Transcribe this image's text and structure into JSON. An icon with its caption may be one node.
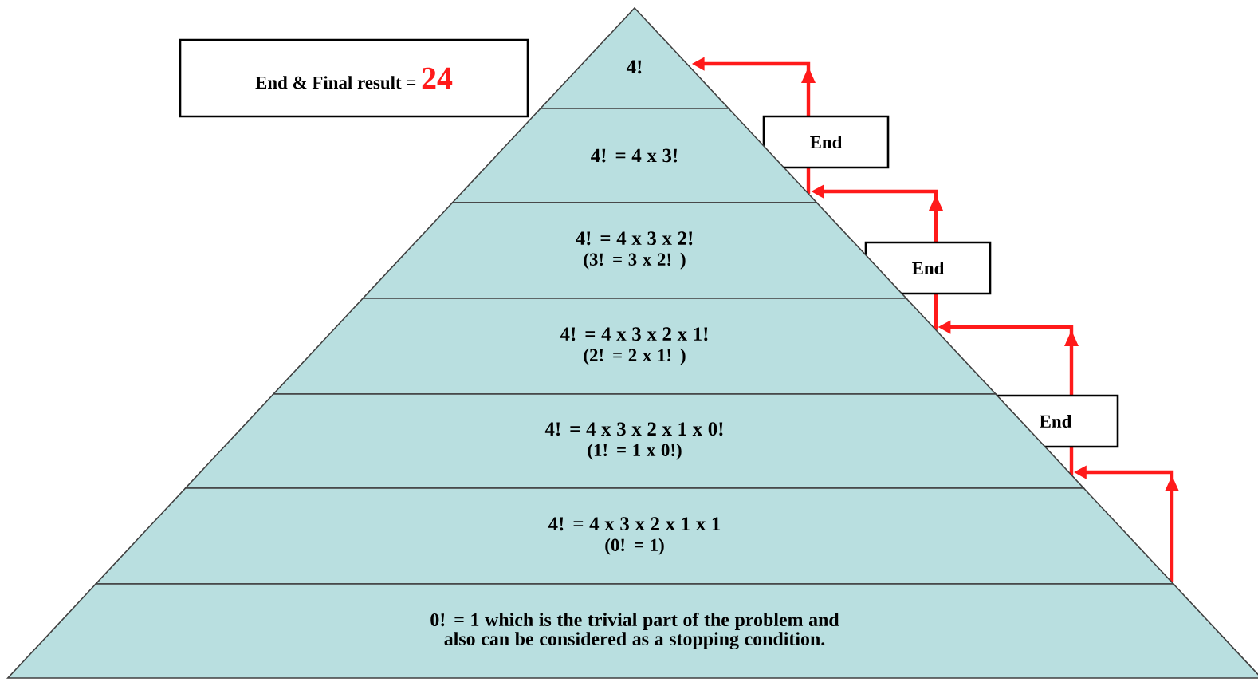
{
  "diagram": {
    "nodes": [
      {
        "text": [
          "4!"
        ]
      },
      {
        "text": [
          "4! = 4 x 3!"
        ]
      },
      {
        "text": [
          "4! = 4 x 3 x 2!",
          "(3! = 3 x 2! )"
        ]
      },
      {
        "text": [
          "4! = 4 x 3 x 2 x 1!",
          "(2! = 2 x 1! )"
        ]
      },
      {
        "text": [
          "4! = 4 x 3 x 2 x 1 x 0!",
          "(1! = 1 x 0!)"
        ]
      },
      {
        "text": [
          "4! = 4 x 3 x 2 x 1 x 1",
          "(0! = 1)"
        ]
      },
      {
        "text": [
          "0! = 1 which is the trivial part of the problem and also can be considered as a stopping condition."
        ]
      },
      {
        "text": [
          "End & Final result =",
          "24"
        ]
      }
    ],
    "edges": [
      {
        "from": 5,
        "to": 4,
        "arrow": "to"
      },
      {
        "from": 4,
        "to": 3,
        "arrow": "to",
        "label": "End"
      },
      {
        "from": 3,
        "to": 1,
        "arrow": "to",
        "label": "End"
      },
      {
        "from": 1,
        "to": 0,
        "arrow": "to",
        "label": "End"
      }
    ]
  }
}
